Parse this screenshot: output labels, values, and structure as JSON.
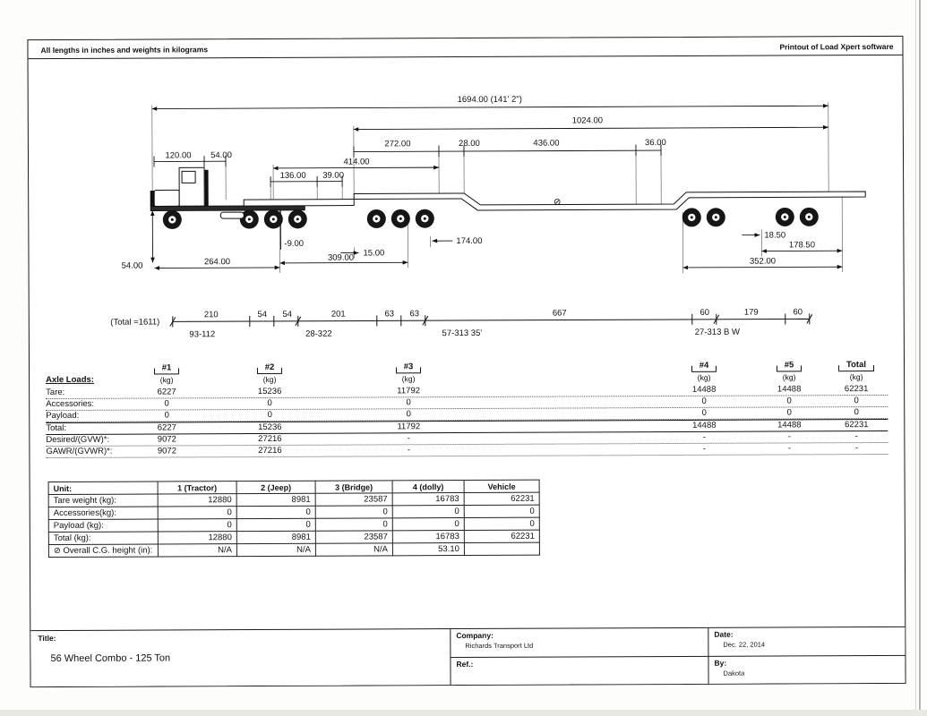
{
  "header": {
    "left": "All lengths in inches and weights in kilograms",
    "right": "Printout of Load Xpert software"
  },
  "diagram": {
    "total_label": "(Total =1611)",
    "cg_symbol": "⊘",
    "dims": {
      "overall": "1694.00 (141' 2\")",
      "upper": "1024.00",
      "seg_272": "272.00",
      "seg_28": "28.00",
      "seg_436": "436.00",
      "seg_36": "36.00",
      "d414": "414.00",
      "d120": "120.00",
      "d54_top": "54.00",
      "d136": "136.00",
      "d39": "39.00",
      "neg9": "-9.00",
      "d15": "15.00",
      "d174": "174.00",
      "d1850": "18.50",
      "d17850": "178.50",
      "d54_left": "54.00",
      "d264": "264.00",
      "d309": "309.00",
      "d352": "352.00"
    },
    "spacings": [
      "210",
      "54",
      "54",
      "201",
      "63",
      "63",
      "667",
      "60",
      "179",
      "60"
    ],
    "bridge_labels": [
      "93-112",
      "28-322",
      "57-313 35'",
      "27-313 B W"
    ]
  },
  "axle_table": {
    "title": "Axle Loads:",
    "unit": "(kg)",
    "col_headers": [
      "#1",
      "#2",
      "#3",
      "#4",
      "#5",
      "Total"
    ],
    "rows": [
      {
        "label": "Tare:",
        "values": [
          "6227",
          "15236",
          "11792",
          "14488",
          "14488",
          "62231"
        ]
      },
      {
        "label": "Accessories:",
        "values": [
          "0",
          "0",
          "0",
          "0",
          "0",
          "0"
        ]
      },
      {
        "label": "Payload:",
        "values": [
          "0",
          "0",
          "0",
          "0",
          "0",
          "0"
        ]
      },
      {
        "label": "Total:",
        "values": [
          "6227",
          "15236",
          "11792",
          "14488",
          "14488",
          "62231"
        ]
      },
      {
        "label": "Desired/(GVW)*:",
        "values": [
          "9072",
          "27216",
          "-",
          "-",
          "-",
          "-"
        ]
      },
      {
        "label": "GAWR/(GVWR)*:",
        "values": [
          "9072",
          "27216",
          "-",
          "-",
          "-",
          "-"
        ]
      }
    ]
  },
  "unit_table": {
    "headers": [
      "Unit:",
      "1 (Tractor)",
      "2 (Jeep)",
      "3 (Bridge)",
      "4 (dolly)",
      "Vehicle"
    ],
    "rows": [
      {
        "label": "Tare weight (kg):",
        "values": [
          "12880",
          "8981",
          "23587",
          "16783",
          "62231"
        ]
      },
      {
        "label": "Accessories(kg):",
        "values": [
          "0",
          "0",
          "0",
          "0",
          "0"
        ]
      },
      {
        "label": "Payload (kg):",
        "values": [
          "0",
          "0",
          "0",
          "0",
          "0"
        ]
      },
      {
        "label": "Total (kg):",
        "values": [
          "12880",
          "8981",
          "23587",
          "16783",
          "62231"
        ]
      },
      {
        "label": "⊘ Overall C.G. height (in):",
        "values": [
          "N/A",
          "N/A",
          "N/A",
          "53.10",
          ""
        ]
      }
    ]
  },
  "title_block": {
    "title_label": "Title:",
    "title_value": "56 Wheel Combo - 125 Ton",
    "company_label": "Company:",
    "company_value": "Richards Transport Ltd",
    "ref_label": "Ref.:",
    "date_label": "Date:",
    "date_value": "Dec. 22, 2014",
    "by_label": "By:",
    "by_value": "Dakota"
  }
}
